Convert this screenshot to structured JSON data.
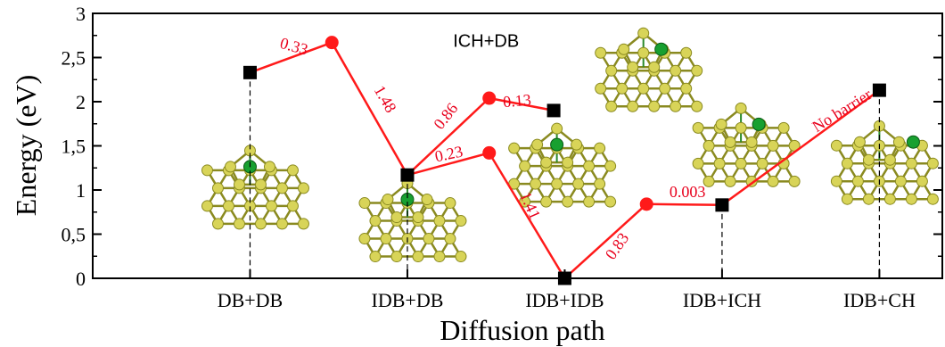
{
  "chart_data": {
    "type": "line",
    "xlabel": "Diffusion path",
    "ylabel": "Energy (eV)",
    "ylim": [
      0,
      3
    ],
    "yticks": [
      "0",
      "0,5",
      "1",
      "1,5",
      "2",
      "2,5",
      "3"
    ],
    "ytick_values": [
      0,
      0.5,
      1,
      1.5,
      2,
      2.5,
      3
    ],
    "categories": [
      "DB+DB",
      "IDB+DB",
      "IDB+IDB",
      "IDB+ICH",
      "IDB+CH"
    ],
    "xlim": [
      -1,
      4.4
    ],
    "grid": false,
    "states": [
      {
        "x": 0,
        "y": 2.33
      },
      {
        "x": 1,
        "y": 1.17
      },
      {
        "x": 2,
        "y": 0.0
      },
      {
        "x": 3,
        "y": 0.83
      },
      {
        "x": 4,
        "y": 2.13
      },
      {
        "x": 1.93,
        "y": 1.9
      }
    ],
    "paths": [
      {
        "points": [
          [
            0,
            2.33
          ],
          [
            0.52,
            2.67
          ],
          [
            1,
            1.17
          ]
        ]
      },
      {
        "points": [
          [
            1,
            1.17
          ],
          [
            1.52,
            2.04
          ],
          [
            1.93,
            1.9
          ]
        ]
      },
      {
        "points": [
          [
            1,
            1.17
          ],
          [
            1.52,
            1.42
          ],
          [
            2,
            0.0
          ]
        ]
      },
      {
        "points": [
          [
            2,
            0.0
          ],
          [
            2.52,
            0.84
          ],
          [
            3,
            0.83
          ]
        ]
      },
      {
        "points": [
          [
            3,
            0.83
          ],
          [
            4,
            2.13
          ]
        ]
      }
    ],
    "annotations": [
      {
        "text": "0.33",
        "x": 0.27,
        "y": 2.57,
        "angle": 16
      },
      {
        "text": "1.48",
        "x": 0.83,
        "y": 2.0,
        "angle": 60
      },
      {
        "text": "0.86",
        "x": 1.27,
        "y": 1.8,
        "angle": -52
      },
      {
        "text": "0.13",
        "x": 1.7,
        "y": 1.95,
        "angle": -5
      },
      {
        "text": "0.23",
        "x": 1.27,
        "y": 1.35,
        "angle": -12
      },
      {
        "text": "1.41",
        "x": 1.75,
        "y": 0.8,
        "angle": 66
      },
      {
        "text": "0.83",
        "x": 2.36,
        "y": 0.33,
        "angle": -55
      },
      {
        "text": "0.003",
        "x": 2.78,
        "y": 0.92,
        "angle": 0
      },
      {
        "text": "No barrier",
        "x": 3.78,
        "y": 1.85,
        "angle": -32
      }
    ],
    "inset_label": {
      "text": "ICH+DB",
      "x": 1.5,
      "y": 2.62
    }
  },
  "colors": {
    "path": "#ff1a1a",
    "annotation": "#e8001c",
    "state_marker": "#000000",
    "saddle_marker": "#ff1a1a",
    "atom_si": "#d8d458",
    "atom_si_dark": "#8a8a20",
    "atom_dopant": "#18a030"
  },
  "icons": [
    "silicon-cluster-icon"
  ]
}
